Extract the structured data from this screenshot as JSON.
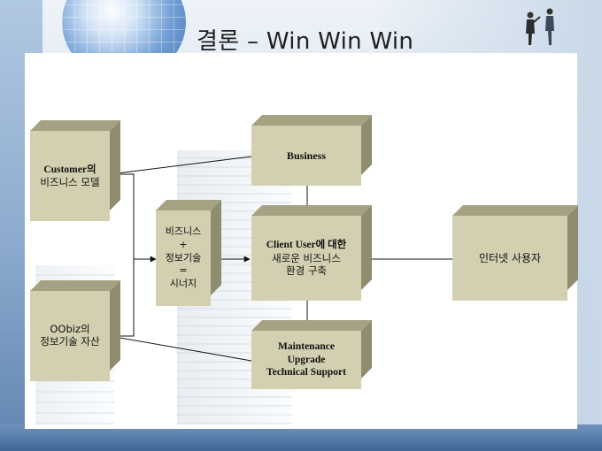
{
  "title": "결론 – Win Win Win",
  "boxes": {
    "customer": {
      "line1": "Customer의",
      "line2": "비즈니스 모델"
    },
    "oobiz": {
      "line1": "OObiz의",
      "line2": "정보기술 자산"
    },
    "synergy": {
      "line1": "비즈니스",
      "line2": "+",
      "line3": "정보기술",
      "line4": "=",
      "line5": "시너지"
    },
    "business": {
      "label": "Business"
    },
    "client": {
      "line1": "Client User에 대한",
      "line2": "새로운 비즈니스",
      "line3": "환경 구축"
    },
    "maintenance": {
      "line1": "Maintenance",
      "line2": "Upgrade",
      "line3": "Technical Support"
    },
    "internet_user": {
      "label": "인터넷 사용자"
    }
  },
  "colors": {
    "box_face": "#d2d0b0",
    "box_top": "#a5a283",
    "box_side": "#8f8c70",
    "connector": "#111111"
  },
  "icons": {
    "globe": "globe-decoration",
    "figures": "business-people-figures"
  }
}
